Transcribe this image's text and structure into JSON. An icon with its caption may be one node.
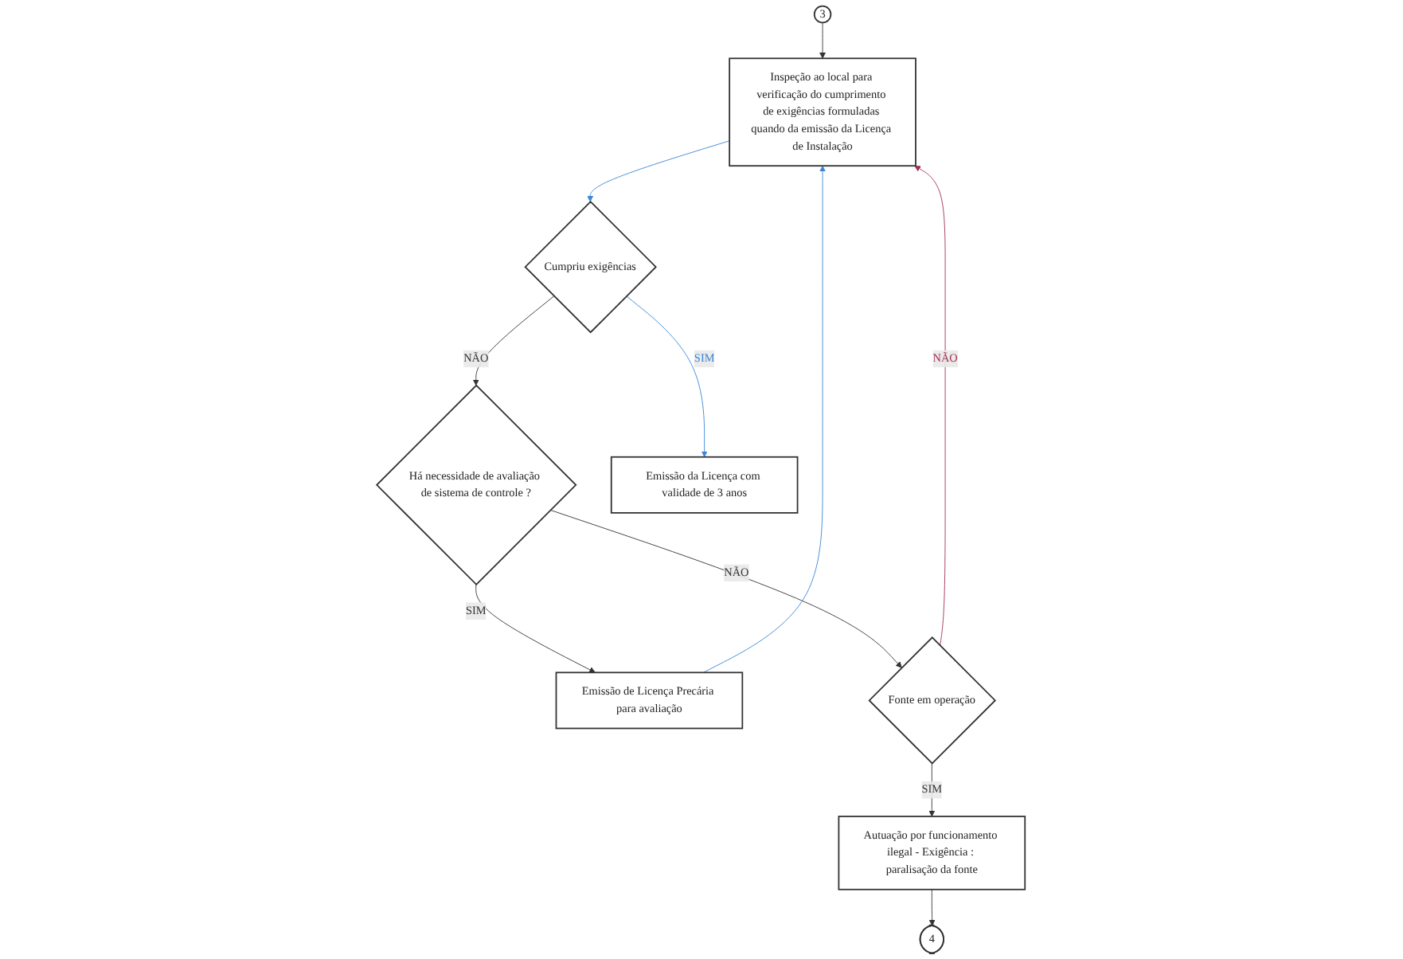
{
  "diagram": {
    "nodes": [
      {
        "text": [
          "3"
        ]
      },
      {
        "text": [
          "Inspeção ao local para verificação do cumprimento de exigências formuladas quando da emissão da Licença de Instalação"
        ]
      },
      {
        "text": [
          "Há necessidade de avaliação de sistema de controle ?"
        ]
      },
      {
        "text": [
          "Emissão de Licença Precária para avaliação"
        ]
      },
      {
        "text": [
          "Fonte em operação"
        ]
      },
      {
        "text": [
          "Cumpriu exigências"
        ]
      },
      {
        "text": [
          "Emissão da Licença com validade de 3 anos"
        ]
      },
      {
        "text": [
          "Autuação por funcionamento ilegal - Exigência : paralisação da fonte"
        ]
      },
      {
        "text": [
          "4"
        ]
      }
    ],
    "edges": [
      {
        "from": 0,
        "to": 1,
        "arrow": "to"
      },
      {
        "from": 1,
        "to": 5,
        "arrow": "to",
        "color": "#3a87d6"
      },
      {
        "from": 5,
        "to": 2,
        "arrow": "to",
        "label": "NÃO"
      },
      {
        "from": 2,
        "to": 3,
        "arrow": "to",
        "label": "SIM"
      },
      {
        "from": 2,
        "to": 4,
        "arrow": "to",
        "label": "NÃO"
      },
      {
        "from": 3,
        "to": 1,
        "arrow": "to",
        "color": "#3a87d6"
      },
      {
        "from": 4,
        "to": 1,
        "arrow": "to",
        "label": "NÃO",
        "color": "#a03050"
      },
      {
        "from": 4,
        "to": 7,
        "arrow": "to",
        "label": "SIM"
      },
      {
        "from": 5,
        "to": 6,
        "arrow": "to",
        "label": "SIM",
        "color": "#3a87d6"
      },
      {
        "from": 7,
        "to": 8,
        "arrow": "to"
      }
    ]
  }
}
